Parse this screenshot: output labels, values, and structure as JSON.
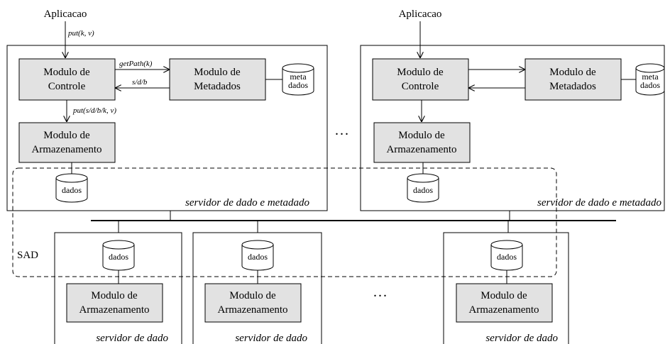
{
  "app_label": "Aplicacao",
  "control_module": [
    "Modulo de",
    "Controle"
  ],
  "metadata_module": [
    "Modulo de",
    "Metadados"
  ],
  "storage_module": [
    "Modulo de",
    "Armazenamento"
  ],
  "meta_db": [
    "meta",
    "dados"
  ],
  "data_db": "dados",
  "call_labels": {
    "put": "put(k, v)",
    "get_path": "getPath(k)",
    "reply": "s/d/b",
    "put_path": "put(s/d/b/k, v)"
  },
  "server_meta_label": "servidor de dado e metadado",
  "server_data_label": "servidor de dado",
  "sad_label": "SAD",
  "ellipsis": "..."
}
